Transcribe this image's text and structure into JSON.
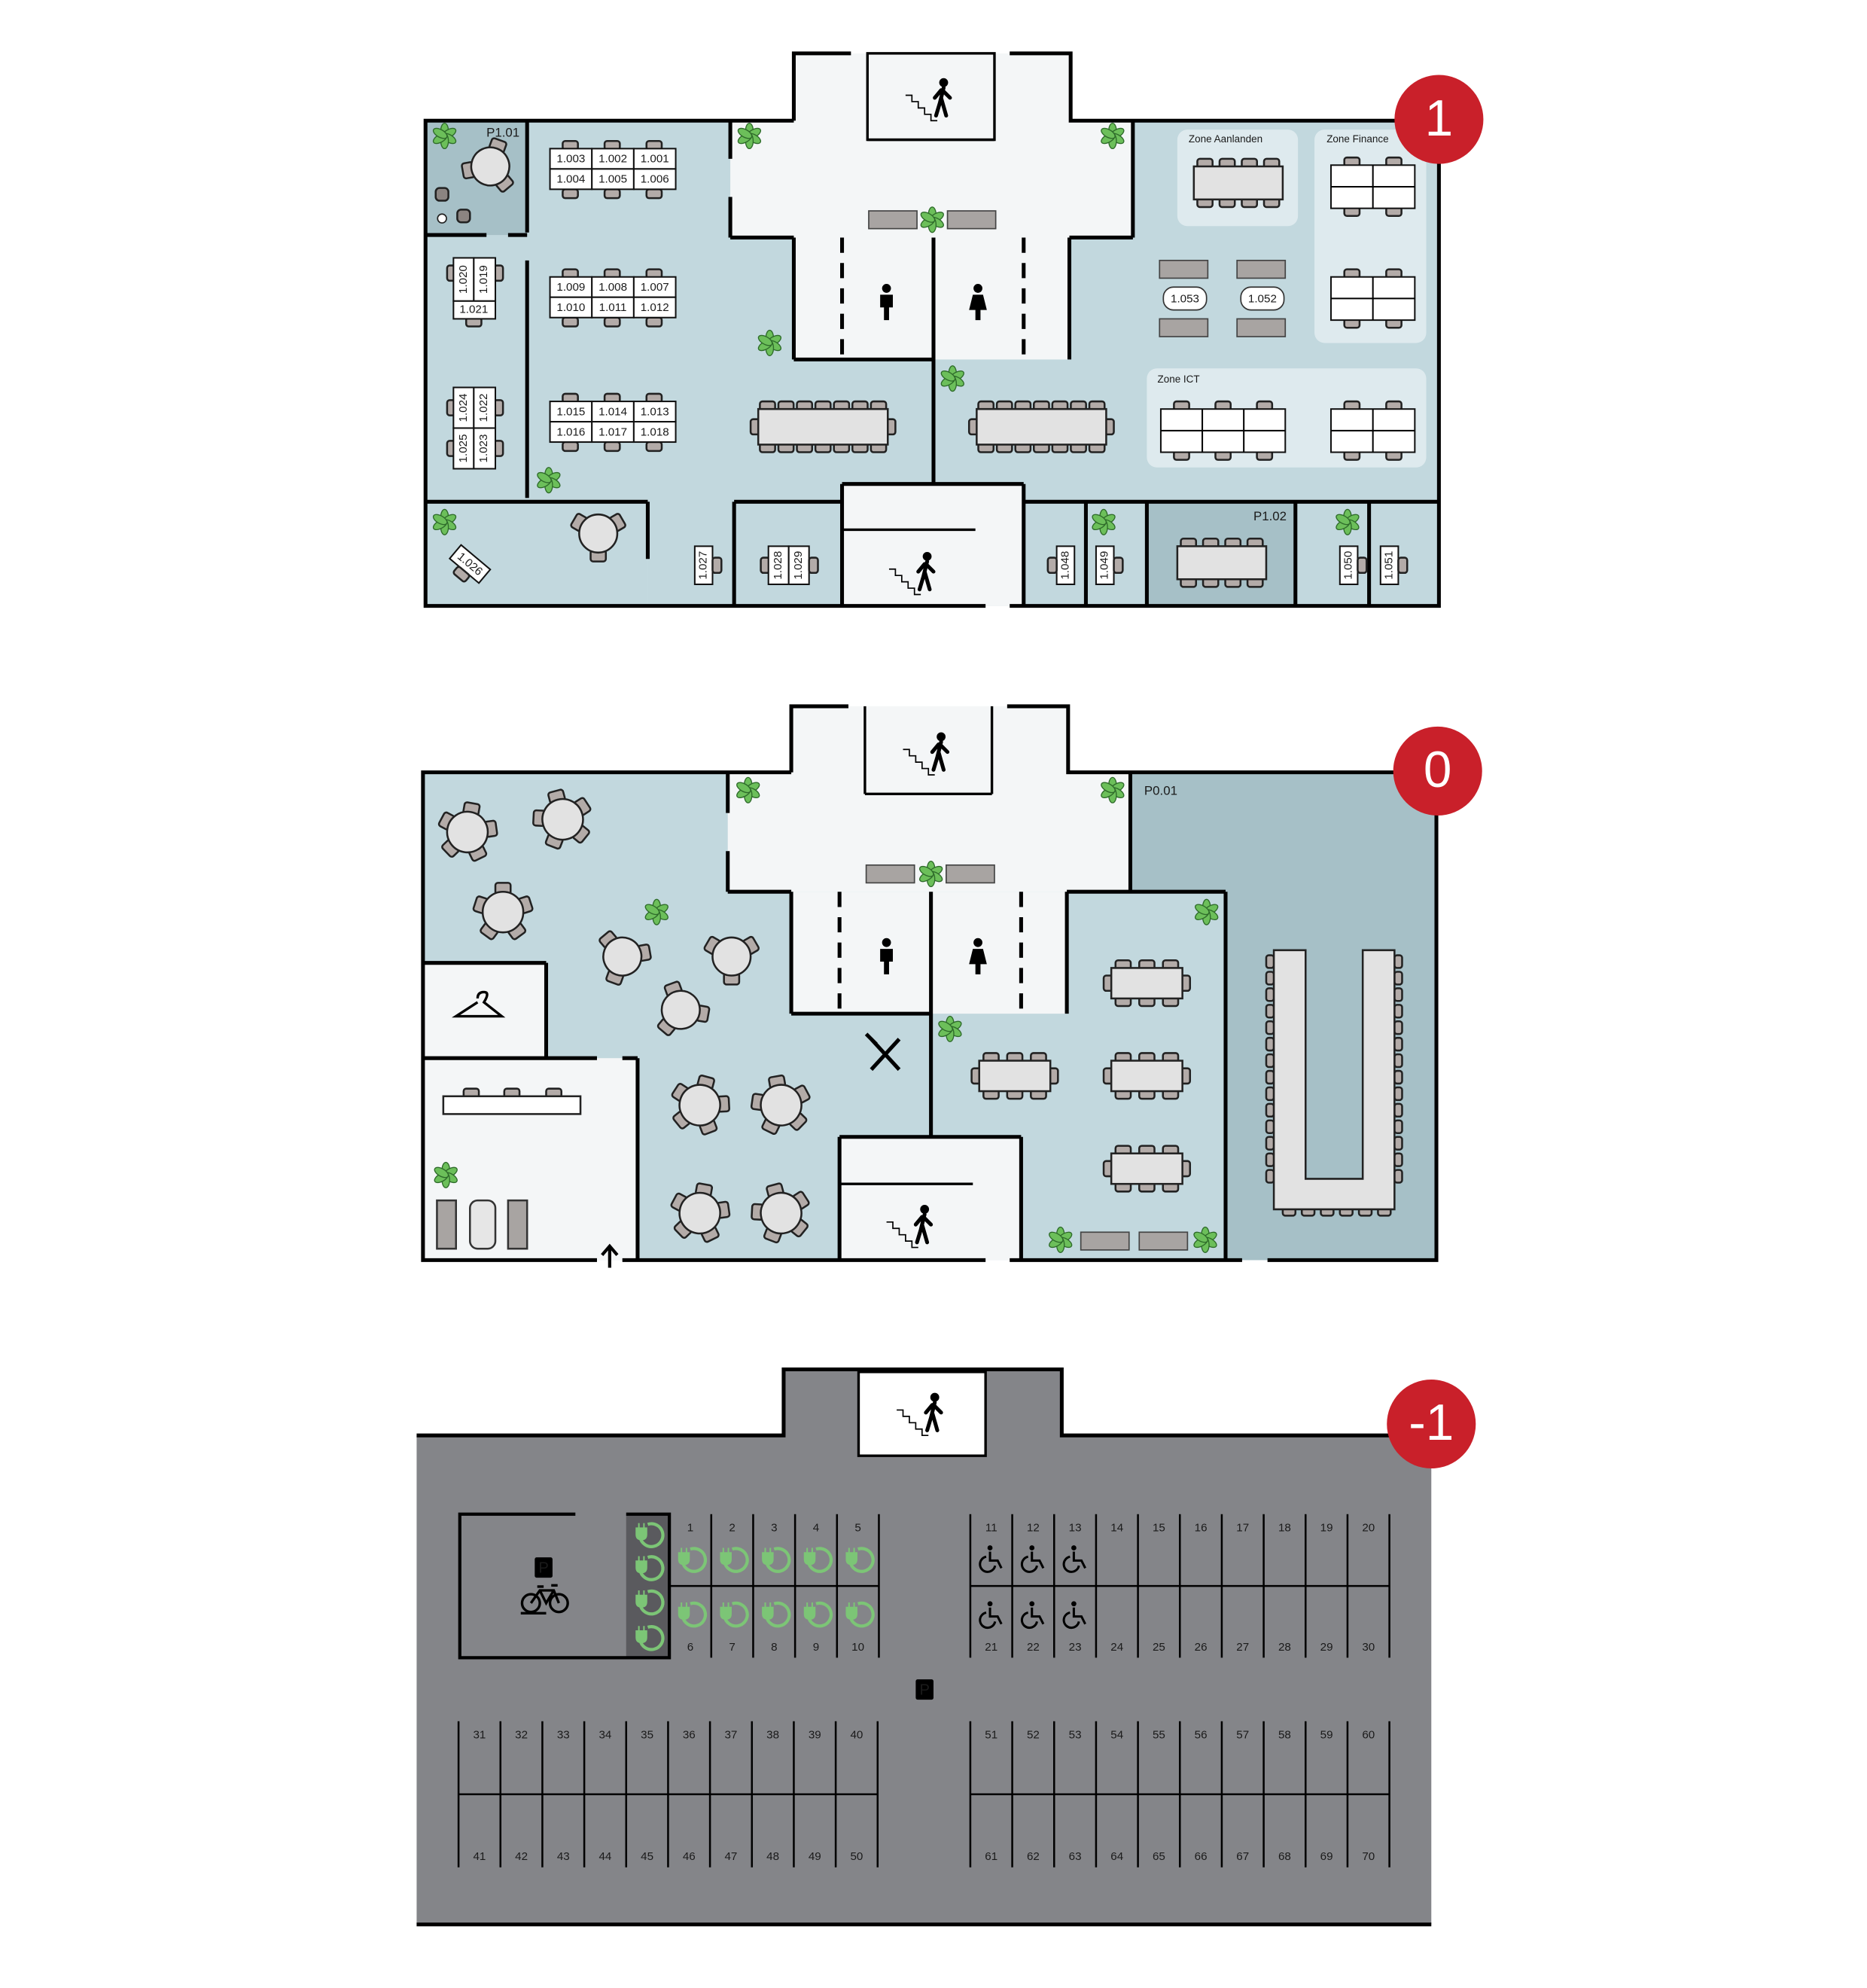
{
  "colors": {
    "floor_light": "#c2d8de",
    "floor_dark": "#a6c0c7",
    "lobby": "#f4f6f7",
    "zone": "#deeaee",
    "parking": "#848589",
    "parking_ev": "#5a5a5e",
    "ev_green": "#7cc576",
    "badge": "#c9202a",
    "plant": "#6cbf5a"
  },
  "floors": [
    {
      "badge": "1",
      "rooms": {
        "p101": "P1.01",
        "p102": "P1.02"
      },
      "zones": {
        "aanlanden": "Zone Aanlanden",
        "finance": "Zone Finance",
        "ict": "Zone ICT"
      },
      "desk_groups": [
        [
          "1.003",
          "1.002",
          "1.001",
          "1.004",
          "1.005",
          "1.006"
        ],
        [
          "1.009",
          "1.008",
          "1.007",
          "1.010",
          "1.011",
          "1.012"
        ],
        [
          "1.015",
          "1.014",
          "1.013",
          "1.016",
          "1.017",
          "1.018"
        ]
      ],
      "side_desks": [
        "1.020",
        "1.019",
        "1.021",
        "1.024",
        "1.022",
        "1.025",
        "1.023"
      ],
      "small_rooms": [
        "1.026",
        "1.027",
        "1.028",
        "1.029",
        "1.048",
        "1.049",
        "1.050",
        "1.051"
      ],
      "phone_booths": [
        "1.053",
        "1.052"
      ]
    },
    {
      "badge": "0",
      "rooms": {
        "p001": "P0.01"
      }
    },
    {
      "badge": "-1",
      "parking_sign": "P",
      "spots_top_left": [
        "1",
        "2",
        "3",
        "4",
        "5",
        "6",
        "7",
        "8",
        "9",
        "10"
      ],
      "spots_top_right": [
        "11",
        "12",
        "13",
        "14",
        "15",
        "16",
        "17",
        "18",
        "19",
        "20",
        "21",
        "22",
        "23",
        "24",
        "25",
        "26",
        "27",
        "28",
        "29",
        "30"
      ],
      "spots_bottom_left": [
        "31",
        "32",
        "33",
        "34",
        "35",
        "36",
        "37",
        "38",
        "39",
        "40",
        "41",
        "42",
        "43",
        "44",
        "45",
        "46",
        "47",
        "48",
        "49",
        "50"
      ],
      "spots_bottom_right": [
        "51",
        "52",
        "53",
        "54",
        "55",
        "56",
        "57",
        "58",
        "59",
        "60",
        "61",
        "62",
        "63",
        "64",
        "65",
        "66",
        "67",
        "68",
        "69",
        "70"
      ],
      "accessible_spots": [
        "11",
        "12",
        "13",
        "21",
        "22",
        "23"
      ],
      "ev_spots": [
        "1",
        "2",
        "3",
        "4",
        "5",
        "6",
        "7",
        "8",
        "9",
        "10"
      ]
    }
  ]
}
